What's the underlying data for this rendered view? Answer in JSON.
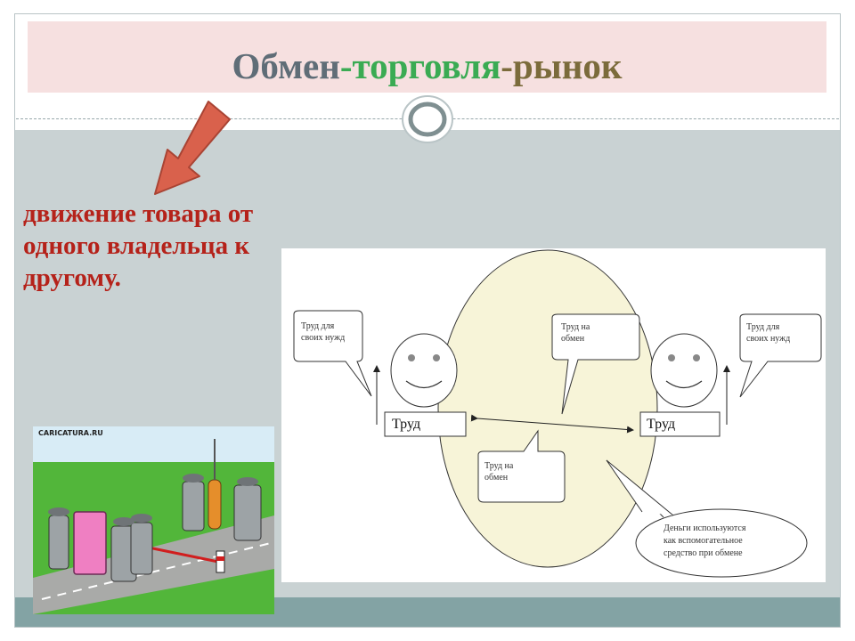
{
  "slide": {
    "title_parts": [
      "Обмен",
      "-торговля",
      "-рынок"
    ],
    "definition_lines": [
      " движение товара от",
      "одного владельца к",
      "другому."
    ]
  },
  "diagram": {
    "labor_left": "Труд",
    "labor_right": "Труд",
    "bubble_left_l1": "Труд для",
    "bubble_left_l2": "своих нужд",
    "bubble_right_l1": "Труд для",
    "bubble_right_l2": "своих нужд",
    "bubble_top_l1": "Труд на",
    "bubble_top_l2": "обмен",
    "bubble_bottom_l1": "Труд на",
    "bubble_bottom_l2": "обмен",
    "money_l1": "Деньги используются",
    "money_l2": "как вспомогательное",
    "money_l3": "средство при обмене"
  },
  "cartoon": {
    "caption": "CARICATURA.RU"
  },
  "colors": {
    "title_dark": "#5f6d77",
    "title_green": "#3aab53",
    "title_brown": "#7b6b3b",
    "definition_red": "#b5221a",
    "arrow_orange": "#d9614c",
    "footer_teal": "#83a3a4",
    "ellipse_fill": "#f7f4d8"
  }
}
